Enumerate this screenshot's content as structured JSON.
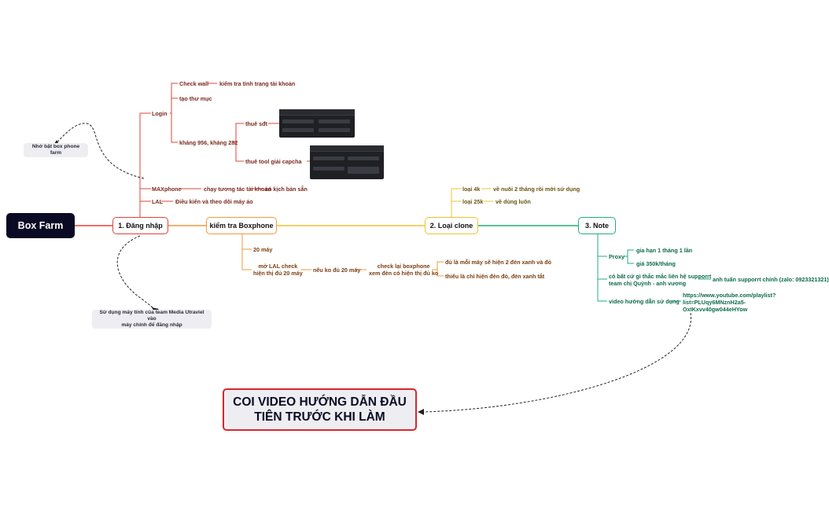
{
  "root": {
    "label": "Box Farm",
    "bg": "#0a0a24"
  },
  "branches": {
    "b1": {
      "label": "1. Đăng nhập",
      "color": "#e0443a"
    },
    "b2": {
      "label": "kiểm tra Boxphone",
      "color": "#f09a3c"
    },
    "b3": {
      "label": "2. Loại clone",
      "color": "#f2c230"
    },
    "b4": {
      "label": "3. Note",
      "color": "#21b07a"
    }
  },
  "dang_nhap": {
    "login": "Login",
    "check_wall": "Check wall",
    "check_wall_detail": "kiểm tra tình trạng tài khoản",
    "tao_thu_muc": "tạo thư mục",
    "khang": "kháng 956, kháng 282",
    "thue_sdt": "thuê sđt",
    "thue_tool": "thuê tool giải capcha",
    "maxphone": "MAXphone",
    "maxphone_detail": "chạy tương tác tài khoản",
    "maxphone_detail2": "có kịch bản sẵn",
    "lal": "LAL",
    "lal_detail": "Điều kiển và theo dõi máy ảo"
  },
  "boxphone": {
    "may20": "20 máy",
    "mo_lal_1": "mở LAL check",
    "mo_lal_2": "hiện thị đủ 20 máy",
    "neu_ko": "nếu ko đủ 20 máy",
    "check_lai_1": "check lại boxphone",
    "check_lai_2": "xem đèn có hiện thị đủ ko",
    "du_la": "đủ là mỗi máy sẽ hiện 2 đèn xanh và đỏ",
    "thieu_la": "thiếu là chỉ hiện đèn đỏ, đèn xanh tắt"
  },
  "loai_clone": {
    "loai4k": "loại 4k",
    "loai4k_detail": "về nuôi 2 tháng rồi mới sử dụng",
    "loai25k": "loại 25k",
    "loai25k_detail": "về dùng luôn"
  },
  "note": {
    "proxy": "Proxy",
    "proxy_a": "gia hạn 1 tháng 1 lần",
    "proxy_b": "giá 350k/tháng",
    "support_1": "có bất cứ gì thắc mắc liên hệ supporrt",
    "support_2": "team chị Quỳnh - anh vương",
    "support_detail": "anh tuấn supporrt chính (zalo: 0923321321)",
    "video": "video hướng dẫn sử dụng",
    "url_1": "https://www.youtube.com/playlist?",
    "url_2": "list=PLUqy6MNznH2a5-",
    "url_3": "OxIKxvv40gw044eHYow"
  },
  "callouts": {
    "box_phone": "Nhớ bật box phone farm",
    "may_tinh_1": "Sử dụng máy tính của team Media Utraviel vào",
    "may_tinh_2": "máy chính để đăng nhập"
  },
  "big_note": {
    "line1": "COI VIDEO HƯỚNG DẪN ĐẦU",
    "line2": "TIÊN TRƯỚC KHI LÀM",
    "border": "#d8262e"
  }
}
